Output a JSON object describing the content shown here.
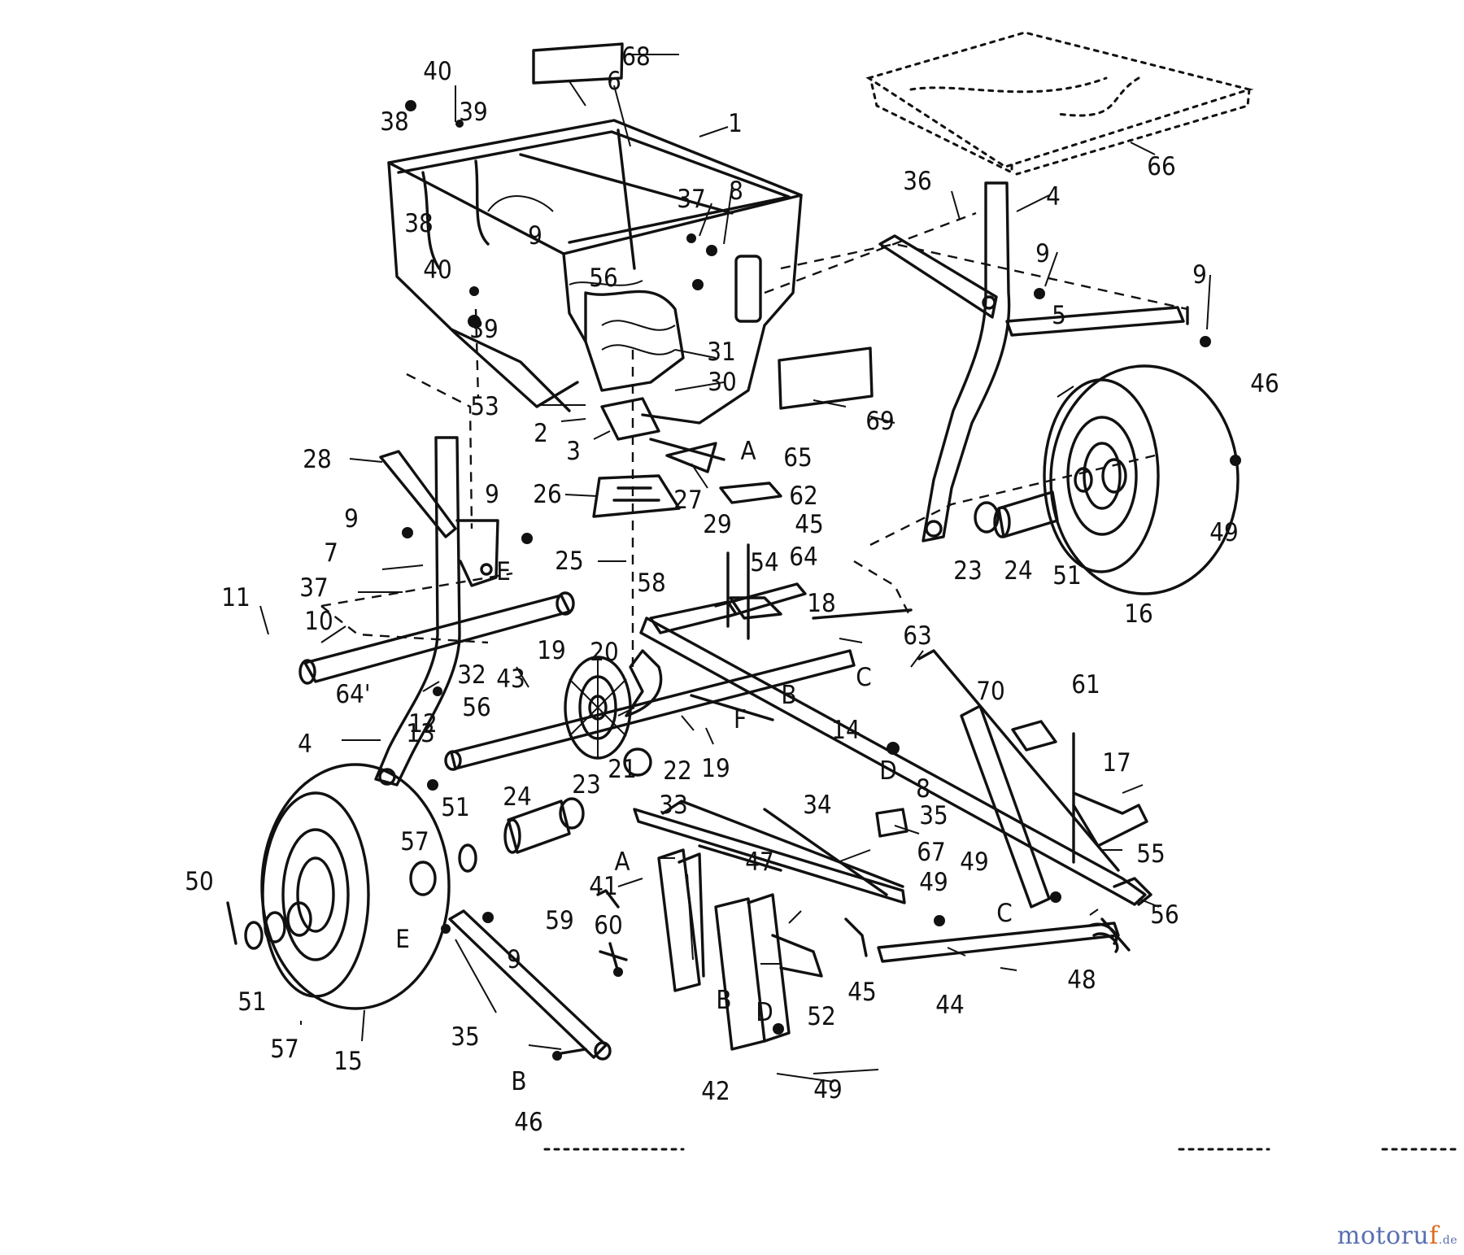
{
  "diagram": {
    "labels": [
      {
        "id": "68",
        "text": "68"
      },
      {
        "id": "40a",
        "text": "40"
      },
      {
        "id": "38a",
        "text": "38"
      },
      {
        "id": "39a",
        "text": "39"
      },
      {
        "id": "6",
        "text": "6"
      },
      {
        "id": "1",
        "text": "1"
      },
      {
        "id": "37a",
        "text": "37"
      },
      {
        "id": "8a",
        "text": "8"
      },
      {
        "id": "9a",
        "text": "9"
      },
      {
        "id": "38b",
        "text": "38"
      },
      {
        "id": "40b",
        "text": "40"
      },
      {
        "id": "39b",
        "text": "39"
      },
      {
        "id": "56a",
        "text": "56"
      },
      {
        "id": "31",
        "text": "31"
      },
      {
        "id": "30",
        "text": "30"
      },
      {
        "id": "53",
        "text": "53"
      },
      {
        "id": "2",
        "text": "2"
      },
      {
        "id": "3",
        "text": "3"
      },
      {
        "id": "69",
        "text": "69"
      },
      {
        "id": "66",
        "text": "66"
      },
      {
        "id": "36",
        "text": "36"
      },
      {
        "id": "4a",
        "text": "4"
      },
      {
        "id": "9b",
        "text": "9"
      },
      {
        "id": "9c",
        "text": "9"
      },
      {
        "id": "5",
        "text": "5"
      },
      {
        "id": "46a",
        "text": "46"
      },
      {
        "id": "49a",
        "text": "49"
      },
      {
        "id": "23a",
        "text": "23"
      },
      {
        "id": "24a",
        "text": "24"
      },
      {
        "id": "51a",
        "text": "51"
      },
      {
        "id": "16",
        "text": "16"
      },
      {
        "id": "A1",
        "text": "A"
      },
      {
        "id": "65",
        "text": "65"
      },
      {
        "id": "62",
        "text": "62"
      },
      {
        "id": "45a",
        "text": "45"
      },
      {
        "id": "26",
        "text": "26"
      },
      {
        "id": "27",
        "text": "27"
      },
      {
        "id": "29",
        "text": "29"
      },
      {
        "id": "25",
        "text": "25"
      },
      {
        "id": "54",
        "text": "54"
      },
      {
        "id": "64a",
        "text": "64"
      },
      {
        "id": "28",
        "text": "28"
      },
      {
        "id": "9d",
        "text": "9"
      },
      {
        "id": "9e",
        "text": "9"
      },
      {
        "id": "7",
        "text": "7"
      },
      {
        "id": "E1",
        "text": "E"
      },
      {
        "id": "37b",
        "text": "37"
      },
      {
        "id": "11",
        "text": "11"
      },
      {
        "id": "10",
        "text": "10"
      },
      {
        "id": "58",
        "text": "58"
      },
      {
        "id": "18",
        "text": "18"
      },
      {
        "id": "63",
        "text": "63"
      },
      {
        "id": "19a",
        "text": "19"
      },
      {
        "id": "20",
        "text": "20"
      },
      {
        "id": "32",
        "text": "32"
      },
      {
        "id": "64b",
        "text": "64'"
      },
      {
        "id": "56b",
        "text": "56"
      },
      {
        "id": "43",
        "text": "43"
      },
      {
        "id": "C1",
        "text": "C"
      },
      {
        "id": "B1",
        "text": "B"
      },
      {
        "id": "F",
        "text": "F"
      },
      {
        "id": "12",
        "text": "12"
      },
      {
        "id": "4b",
        "text": "4"
      },
      {
        "id": "13",
        "text": "13"
      },
      {
        "id": "21",
        "text": "21"
      },
      {
        "id": "22",
        "text": "22"
      },
      {
        "id": "19b",
        "text": "19"
      },
      {
        "id": "14",
        "text": "14"
      },
      {
        "id": "D1",
        "text": "D"
      },
      {
        "id": "8b",
        "text": "8"
      },
      {
        "id": "70",
        "text": "70"
      },
      {
        "id": "61",
        "text": "61"
      },
      {
        "id": "17",
        "text": "17"
      },
      {
        "id": "23b",
        "text": "23"
      },
      {
        "id": "24b",
        "text": "24"
      },
      {
        "id": "33",
        "text": "33"
      },
      {
        "id": "34",
        "text": "34"
      },
      {
        "id": "51b",
        "text": "51"
      },
      {
        "id": "57a",
        "text": "57"
      },
      {
        "id": "67",
        "text": "67"
      },
      {
        "id": "35a",
        "text": "35"
      },
      {
        "id": "55",
        "text": "55"
      },
      {
        "id": "A2",
        "text": "A"
      },
      {
        "id": "47",
        "text": "47"
      },
      {
        "id": "41",
        "text": "41"
      },
      {
        "id": "49b",
        "text": "49"
      },
      {
        "id": "49c",
        "text": "49"
      },
      {
        "id": "56c",
        "text": "56"
      },
      {
        "id": "C2",
        "text": "C"
      },
      {
        "id": "50",
        "text": "50"
      },
      {
        "id": "59",
        "text": "59"
      },
      {
        "id": "60",
        "text": "60"
      },
      {
        "id": "E2",
        "text": "E"
      },
      {
        "id": "9f",
        "text": "9"
      },
      {
        "id": "48",
        "text": "48"
      },
      {
        "id": "51c",
        "text": "51"
      },
      {
        "id": "57b",
        "text": "57"
      },
      {
        "id": "15",
        "text": "15"
      },
      {
        "id": "35b",
        "text": "35"
      },
      {
        "id": "B2",
        "text": "B"
      },
      {
        "id": "52",
        "text": "52"
      },
      {
        "id": "45b",
        "text": "45"
      },
      {
        "id": "44",
        "text": "44"
      },
      {
        "id": "B3",
        "text": "B"
      },
      {
        "id": "46b",
        "text": "46"
      },
      {
        "id": "42",
        "text": "42"
      },
      {
        "id": "D2",
        "text": "D"
      },
      {
        "id": "49d",
        "text": "49"
      }
    ]
  },
  "watermark": {
    "main": "motoru",
    "accent": "f",
    "tld": ".de"
  }
}
